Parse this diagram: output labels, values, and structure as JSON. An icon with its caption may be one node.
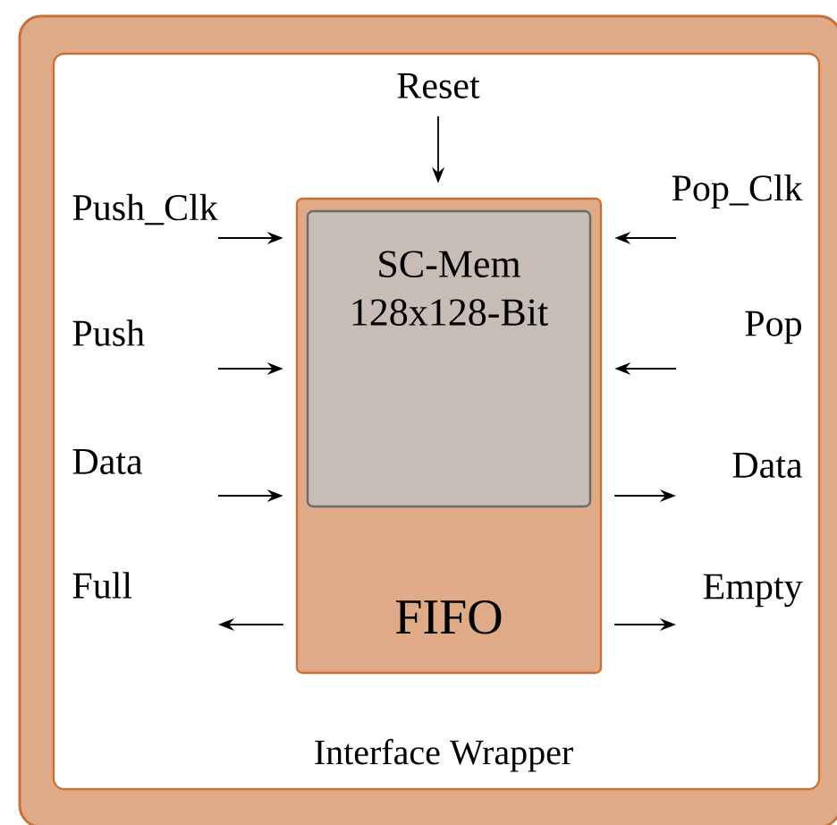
{
  "diagram": {
    "nodes": [
      {
        "text": [
          "Interface Wrapper"
        ]
      },
      {
        "text": [
          "FIFO"
        ],
        "in": 0
      },
      {
        "text": [
          "SC-Mem 128x128-Bit"
        ],
        "in": 1
      },
      {
        "text": [
          "Reset"
        ],
        "in": 0
      },
      {
        "text": [
          "Push_Clk"
        ],
        "in": 0
      },
      {
        "text": [
          "Push"
        ],
        "in": 0
      },
      {
        "text": [
          "Data"
        ],
        "in": 0
      },
      {
        "text": [
          "Full"
        ],
        "in": 0
      },
      {
        "text": [
          "Pop_Clk"
        ],
        "in": 0
      },
      {
        "text": [
          "Pop"
        ],
        "in": 0
      },
      {
        "text": [
          "Data"
        ],
        "in": 0
      },
      {
        "text": [
          "Empty"
        ],
        "in": 0
      }
    ],
    "edges": [
      {
        "from": 3,
        "to": 1,
        "arrow": "to"
      },
      {
        "from": 4,
        "to": 1,
        "arrow": "to"
      },
      {
        "from": 5,
        "to": 1,
        "arrow": "to"
      },
      {
        "from": 6,
        "to": 1,
        "arrow": "to"
      },
      {
        "from": 1,
        "to": 7,
        "arrow": "to"
      },
      {
        "from": 8,
        "to": 1,
        "arrow": "to"
      },
      {
        "from": 9,
        "to": 1,
        "arrow": "to"
      },
      {
        "from": 1,
        "to": 10,
        "arrow": "to"
      },
      {
        "from": 1,
        "to": 11,
        "arrow": "to"
      }
    ]
  }
}
